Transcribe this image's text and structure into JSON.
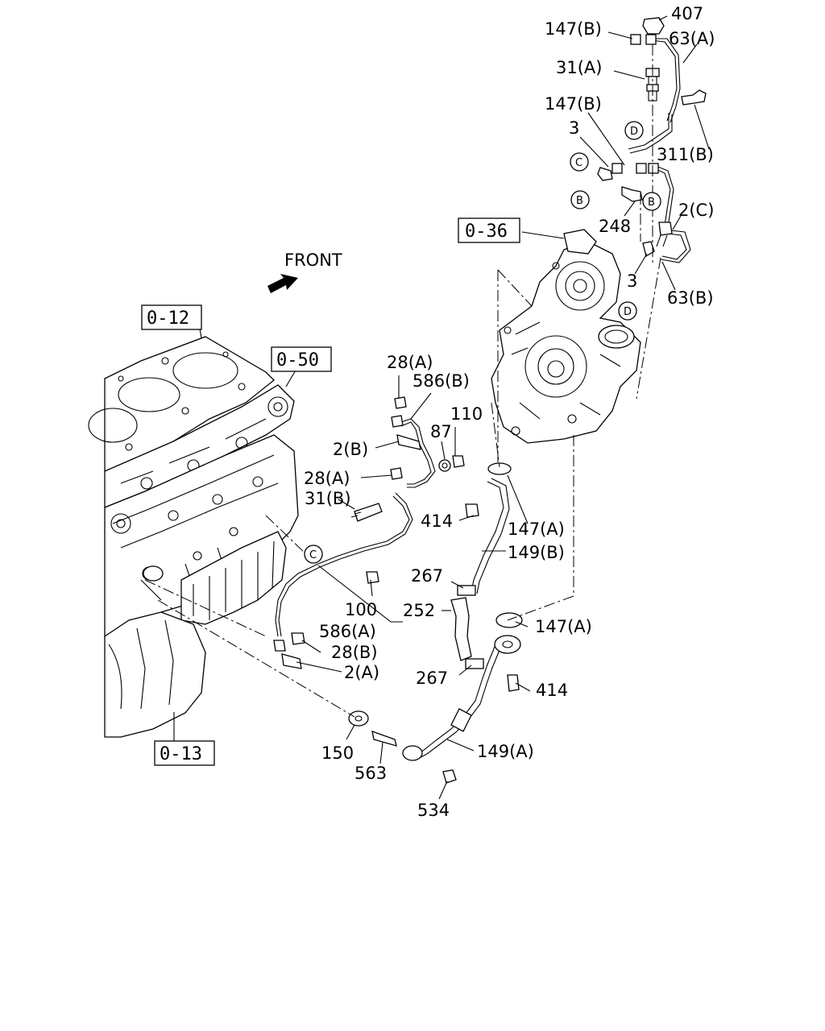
{
  "front_label": "FRONT",
  "refs": [
    {
      "id": "ref-0-36",
      "text": "0-36"
    },
    {
      "id": "ref-0-12",
      "text": "0-12"
    },
    {
      "id": "ref-0-50",
      "text": "0-50"
    },
    {
      "id": "ref-0-13",
      "text": "0-13"
    }
  ],
  "circle_markers": [
    {
      "id": "marker-d-upper",
      "text": "D"
    },
    {
      "id": "marker-c-upper",
      "text": "C"
    },
    {
      "id": "marker-b-left",
      "text": "B"
    },
    {
      "id": "marker-b-right",
      "text": "B"
    },
    {
      "id": "marker-d-turbo",
      "text": "D"
    },
    {
      "id": "marker-c-lower",
      "text": "C"
    }
  ],
  "labels": [
    {
      "id": "label-407",
      "text": "407"
    },
    {
      "id": "label-147b-top",
      "text": "147(B)"
    },
    {
      "id": "label-63a",
      "text": "63(A)"
    },
    {
      "id": "label-31a",
      "text": "31(A)"
    },
    {
      "id": "label-147b-mid",
      "text": "147(B)"
    },
    {
      "id": "label-3-top",
      "text": "3"
    },
    {
      "id": "label-311b",
      "text": "311(B)"
    },
    {
      "id": "label-248",
      "text": "248"
    },
    {
      "id": "label-2c",
      "text": "2(C)"
    },
    {
      "id": "label-3-mid",
      "text": "3"
    },
    {
      "id": "label-63b",
      "text": "63(B)"
    },
    {
      "id": "label-28a-top",
      "text": "28(A)"
    },
    {
      "id": "label-586b",
      "text": "586(B)"
    },
    {
      "id": "label-110",
      "text": "110"
    },
    {
      "id": "label-87",
      "text": "87"
    },
    {
      "id": "label-2b",
      "text": "2(B)"
    },
    {
      "id": "label-28a-mid",
      "text": "28(A)"
    },
    {
      "id": "label-31b",
      "text": "31(B)"
    },
    {
      "id": "label-414-top",
      "text": "414"
    },
    {
      "id": "label-147a-top",
      "text": "147(A)"
    },
    {
      "id": "label-149b",
      "text": "149(B)"
    },
    {
      "id": "label-267-top",
      "text": "267"
    },
    {
      "id": "label-100",
      "text": "100"
    },
    {
      "id": "label-252",
      "text": "252"
    },
    {
      "id": "label-147a-bot",
      "text": "147(A)"
    },
    {
      "id": "label-586a",
      "text": "586(A)"
    },
    {
      "id": "label-28b",
      "text": "28(B)"
    },
    {
      "id": "label-2a",
      "text": "2(A)"
    },
    {
      "id": "label-267-bot",
      "text": "267"
    },
    {
      "id": "label-414-bot",
      "text": "414"
    },
    {
      "id": "label-150",
      "text": "150"
    },
    {
      "id": "label-149a",
      "text": "149(A)"
    },
    {
      "id": "label-563",
      "text": "563"
    },
    {
      "id": "label-534",
      "text": "534"
    }
  ]
}
